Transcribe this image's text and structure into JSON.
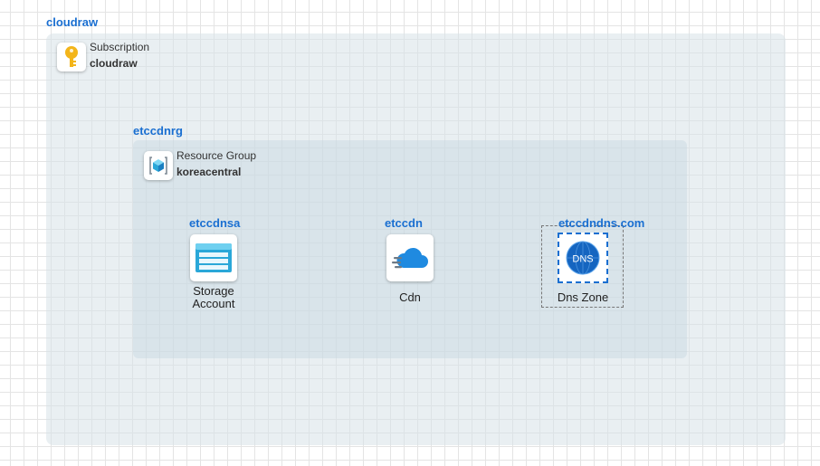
{
  "diagram": {
    "root_title": "cloudraw",
    "subscription": {
      "type_label": "Subscription",
      "name": "cloudraw",
      "icon": "key-icon"
    },
    "resource_group": {
      "title": "etccdnrg",
      "type_label": "Resource Group",
      "location": "koreacentral",
      "icon": "resource-group-icon"
    },
    "resources": [
      {
        "title": "etccdnsa",
        "label_line1": "Storage",
        "label_line2": "Account",
        "icon": "storage-account-icon"
      },
      {
        "title": "etccdn",
        "label": "Cdn",
        "icon": "cloud-cdn-icon"
      },
      {
        "title": "etccdndns.com",
        "label": "Dns Zone",
        "icon_text": "DNS",
        "icon": "dns-globe-icon",
        "selected": true
      }
    ]
  },
  "colors": {
    "accent": "#1a6fd1",
    "storage": "#2aa7d8",
    "cdn": "#1f8ae0",
    "dns": "#1565c0"
  }
}
